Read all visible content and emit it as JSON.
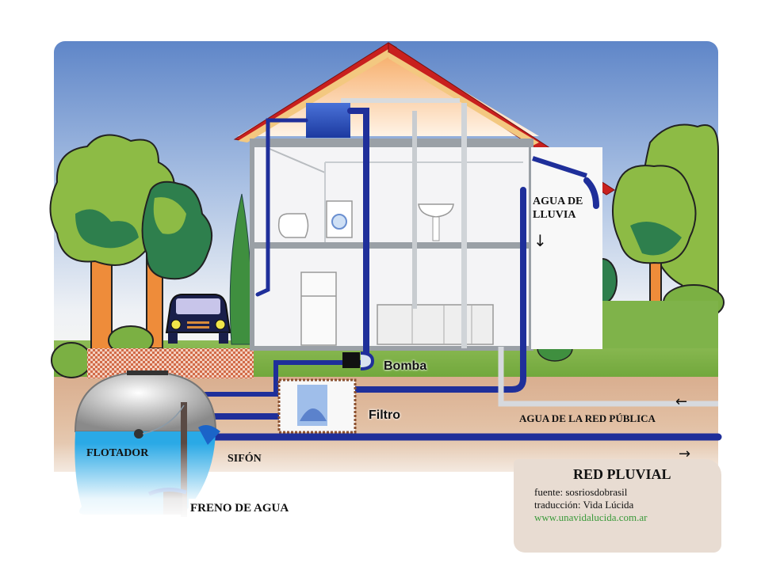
{
  "diagram": {
    "type": "rainwater-harvesting-system",
    "labels": {
      "rain_water": "AGUA DE\nLLUVIA",
      "rain_water_line1": "AGUA DE",
      "rain_water_line2": "LLUVIA",
      "pump": "Bomba",
      "filter": "Filtro",
      "public_water": "AGUA DE LA RED PÚBLICA",
      "float": "FLOTADOR",
      "siphon": "SIFÓN",
      "water_brake": "FRENO DE AGUA",
      "storm_drain": "RED PLUVIAL"
    },
    "credits": {
      "source": "fuente: sosriosdobrasil",
      "translation": "traducción: Vida Lúcida",
      "website": "www.unavidalucida.com.ar"
    },
    "arrows": {
      "rain_down": "↓",
      "public_left": "←",
      "drain_right": "→"
    },
    "colors": {
      "pipe_blue": "#1f2f9a",
      "tank_water": "#2aa9e6",
      "roof_red": "#c8201e",
      "grass": "#7bb043",
      "soil": "#dcb597",
      "website_green": "#3a9a3a"
    }
  }
}
